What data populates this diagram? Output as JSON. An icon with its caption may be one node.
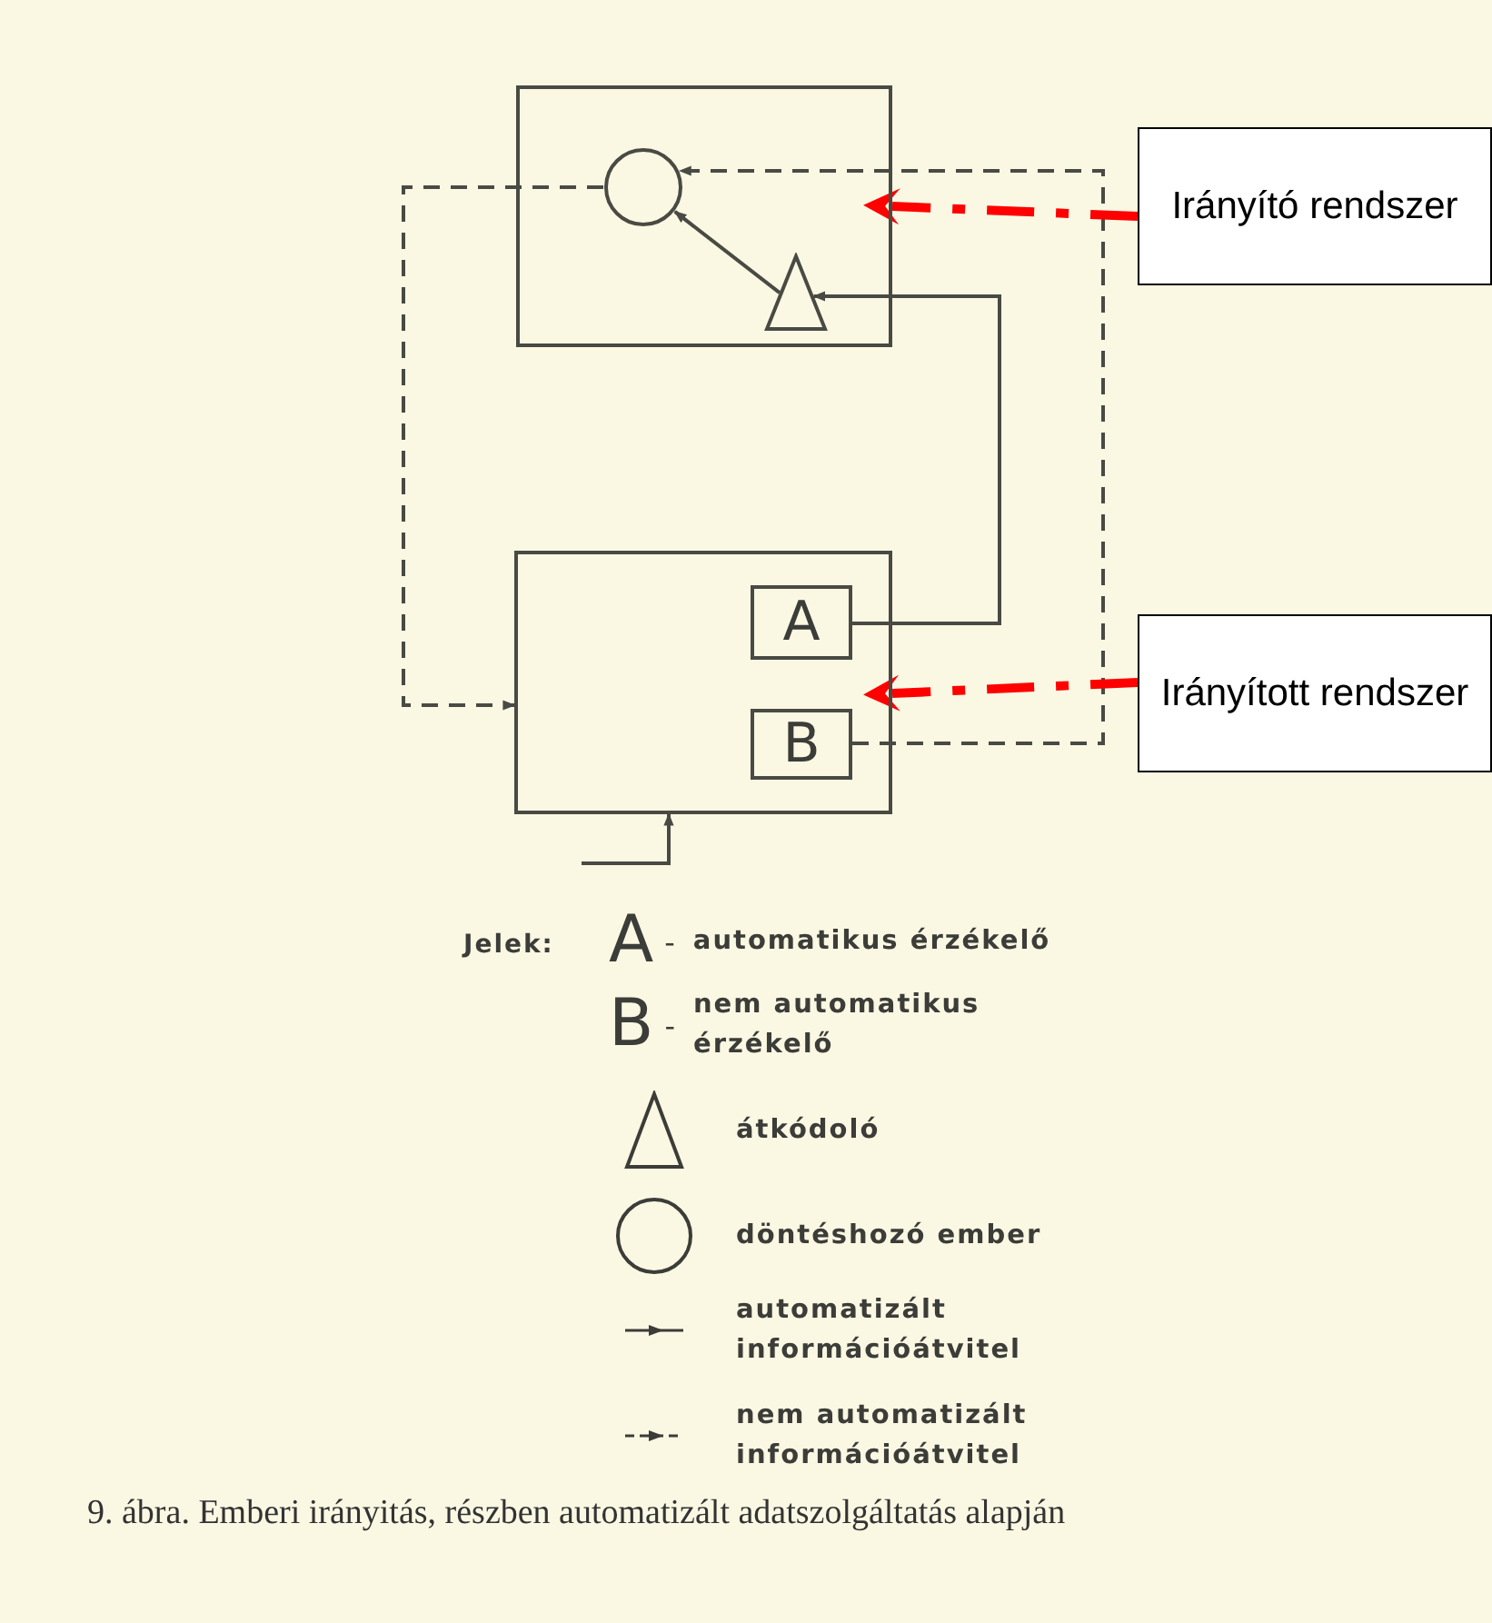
{
  "diagram": {
    "caption": "9. ábra. Emberi irányitás, részben automatizált adatszolgáltatás alapján",
    "nodes": [
      {
        "text": [],
        "shape": "box"
      },
      {
        "text": [],
        "shape": "circle",
        "in": 0
      },
      {
        "text": [],
        "shape": "triangle",
        "in": 0
      },
      {
        "text": [],
        "shape": "box"
      },
      {
        "text": [
          "A"
        ],
        "in": 3
      },
      {
        "text": [
          "B"
        ],
        "in": 3
      },
      {
        "text": [
          "Irányító rendszer"
        ]
      },
      {
        "text": [
          "Irányított rendszer"
        ]
      }
    ],
    "edges": [
      {
        "from": 1,
        "to": 3,
        "arrow": "to",
        "style": "dashed"
      },
      {
        "from": 5,
        "to": 1,
        "arrow": "to",
        "style": "dashed"
      },
      {
        "from": 4,
        "to": 2,
        "arrow": "to"
      },
      {
        "from": 2,
        "to": 1,
        "arrow": "to"
      },
      {
        "from": null,
        "to": 3,
        "arrow": "to"
      },
      {
        "from": 6,
        "to": 0,
        "arrow": "to",
        "style": "dashed",
        "color": "#ff0000"
      },
      {
        "from": 7,
        "to": 3,
        "arrow": "to",
        "style": "dashed",
        "color": "#ff0000"
      }
    ],
    "labels": [
      "Jelek:",
      "A",
      "-",
      "B",
      "-"
    ],
    "legend": [
      {
        "text": "automatikus érzékelő"
      },
      {
        "text": "nem automatikus érzékelő"
      },
      {
        "text": "átkódoló"
      },
      {
        "text": "döntéshozó ember"
      },
      {
        "text": "automatizált információátvitel"
      },
      {
        "text": "nem automatizált információátvitel"
      }
    ]
  }
}
